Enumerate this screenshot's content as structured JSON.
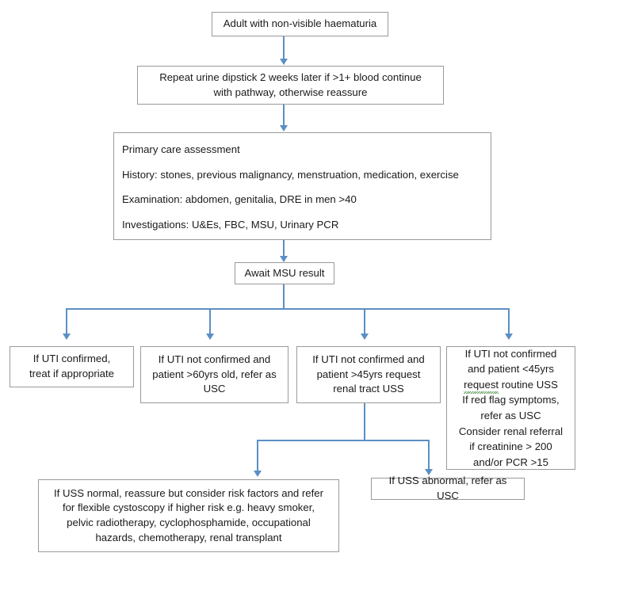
{
  "diagram": {
    "title": "Adult with non-visible haematuria pathway",
    "accent_color": "#5b8fc4",
    "box_border_color": "#9a9a9a",
    "spellcheck_underline_color": "#3c8a3c",
    "background": "#ffffff"
  },
  "nodes": {
    "start": {
      "label": "Adult with non-visible haematuria"
    },
    "repeat_dipstick": {
      "label": "Repeat urine dipstick 2 weeks later if >1+ blood continue\nwith pathway, otherwise reassure"
    },
    "primary_care": {
      "heading": "Primary care assessment",
      "history": "History: stones, previous malignancy, menstruation, medication, exercise",
      "examination": "Examination: abdomen, genitalia, DRE in men >40",
      "investigations": "Investigations: U&Es, FBC, MSU, Urinary PCR"
    },
    "await_msu": {
      "label": "Await MSU result"
    },
    "branch_uti_confirmed": {
      "label": "If UTI confirmed,\ntreat if appropriate"
    },
    "branch_over60": {
      "label": "If UTI not confirmed and\npatient >60yrs old, refer as\nUSC"
    },
    "branch_over45": {
      "label": "If UTI not confirmed and\npatient >45yrs request\nrenal tract USS"
    },
    "branch_under45": {
      "line1": "If UTI not confirmed",
      "line2": "and patient <45yrs",
      "line3_word_flagged": "request",
      "line3_rest": " routine USS",
      "line4": "If red flag symptoms,",
      "line5": "refer as USC",
      "line6": "Consider renal referral",
      "line7": "if creatinine > 200",
      "line8": "and/or PCR >15"
    },
    "uss_normal": {
      "label": "If USS normal, reassure but consider risk factors and refer\nfor flexible cystoscopy if higher risk e.g. heavy smoker,\npelvic radiotherapy, cyclophosphamide, occupational\nhazards, chemotherapy, renal transplant"
    },
    "uss_abnormal": {
      "label": "If USS abnormal, refer as USC"
    }
  }
}
